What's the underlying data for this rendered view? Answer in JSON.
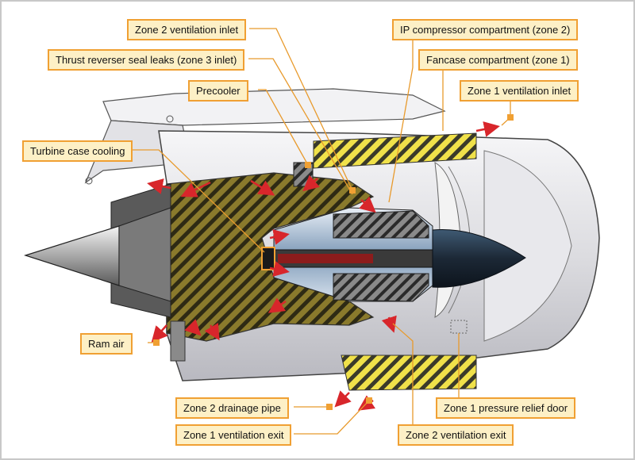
{
  "labels": {
    "zone2_ventilation_inlet": "Zone 2 ventilation inlet",
    "thrust_reverser_seal_leaks": "Thrust reverser seal leaks (zone 3 inlet)",
    "precooler": "Precooler",
    "turbine_case_cooling": "Turbine case cooling",
    "ip_compressor_compartment": "IP compressor compartment (zone 2)",
    "fancase_compartment": "Fancase compartment (zone 1)",
    "zone1_ventilation_inlet": "Zone 1 ventilation inlet",
    "ram_air": "Ram air",
    "zone2_drainage_pipe": "Zone 2 drainage pipe",
    "zone1_ventilation_exit": "Zone 1 ventilation exit",
    "zone1_pressure_relief_door": "Zone 1 pressure relief door",
    "zone2_ventilation_exit": "Zone 2 ventilation exit"
  },
  "colors": {
    "callout_fill": "#fdf0c6",
    "callout_border": "#f0a033",
    "leader_line": "#e89a2c",
    "airflow_arrow": "#d8262b",
    "zone1_hatch": "#e8d51f",
    "zone2_hatch": "#6b5b1a",
    "nacelle": "#e6e6e9",
    "spinner": "#1f2c3a"
  },
  "icons": {
    "airflow": "red-arrow-icon",
    "leader_end": "orange-square-marker-icon"
  }
}
